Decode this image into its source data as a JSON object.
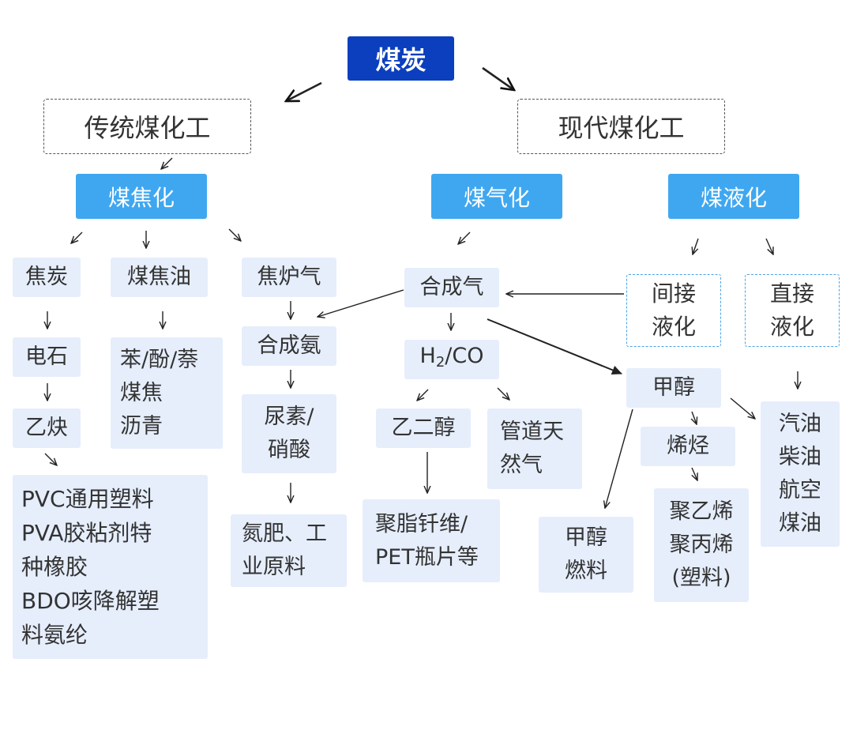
{
  "root": "煤炭",
  "traditional": {
    "title": "传统煤化工",
    "coking": "煤焦化",
    "coke": "焦炭",
    "calcium_carbide": "电石",
    "acetylene": "乙炔",
    "acetylene_products": [
      "PVC通用塑料",
      "PVA胶粘剂特",
      "种橡胶",
      "BDO咳降解塑",
      "料氨纶"
    ],
    "coal_tar": "煤焦油",
    "tar_products": [
      "苯/酚/萘",
      "煤焦",
      "沥青"
    ],
    "coke_oven_gas": "焦炉气",
    "synthetic_ammonia": "合成氨",
    "urea_nitric": [
      "尿素/",
      "硝酸"
    ],
    "fertilizer": [
      "氮肥、工",
      "业原料"
    ]
  },
  "modern": {
    "title": "现代煤化工",
    "gasification": "煤气化",
    "liquefaction": "煤液化",
    "syngas": "合成气",
    "h2co_main": "H",
    "h2co_sub": "2",
    "h2co_rest": "/CO",
    "ethylene_glycol": "乙二醇",
    "pipeline_gas": [
      "管道天",
      "然气"
    ],
    "polyester": [
      "聚脂钎维/",
      "PET瓶片等"
    ],
    "indirect": [
      "间接",
      "液化"
    ],
    "direct": [
      "直接",
      "液化"
    ],
    "methanol": "甲醇",
    "olefins": "烯烃",
    "methanol_fuel": [
      "甲醇",
      "燃料"
    ],
    "plastics": [
      "聚乙烯",
      "聚丙烯",
      "(塑料)"
    ],
    "fuels": [
      "汽油",
      "柴油",
      "航空",
      "煤油"
    ]
  },
  "colors": {
    "root_bg": "#0b3fbd",
    "category_bg": "#3fa7f0",
    "node_bg": "#e6eefc"
  }
}
